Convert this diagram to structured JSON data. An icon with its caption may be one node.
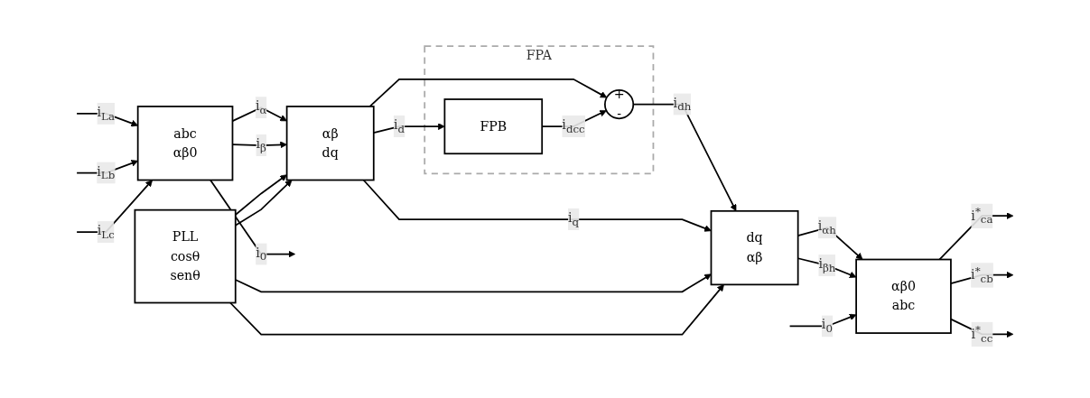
{
  "diagram": {
    "nodes": [
      {
        "text": [
          "abc",
          "αβ0"
        ]
      },
      {
        "text": [
          "αβ",
          "dq"
        ]
      },
      {
        "text": [
          "FPA"
        ]
      },
      {
        "text": [
          "FPB"
        ],
        "in": 2
      },
      {
        "text": [
          "+",
          "-"
        ],
        "in": 2
      },
      {
        "text": [
          "dq",
          "αβ"
        ]
      },
      {
        "text": [
          "αβ0",
          "abc"
        ]
      },
      {
        "text": [
          "PLL",
          "cosθ",
          "senθ"
        ]
      }
    ],
    "edges": [
      {
        "from": null,
        "to": 0,
        "arrow": "to",
        "label": "i$_{La}$"
      },
      {
        "from": null,
        "to": 0,
        "arrow": "to",
        "label": "i$_{Lb}$"
      },
      {
        "from": null,
        "to": 0,
        "arrow": "to",
        "label": "i$_{Lc}$"
      },
      {
        "from": 0,
        "to": 1,
        "arrow": "to",
        "label": "i$_{α}$"
      },
      {
        "from": 0,
        "to": 1,
        "arrow": "to",
        "label": "i$_{β}$"
      },
      {
        "from": 0,
        "to": null,
        "arrow": "to",
        "label": "i$_{0}$"
      },
      {
        "from": 1,
        "to": 3,
        "arrow": "to",
        "label": "i$_{d}$"
      },
      {
        "from": 1,
        "to": 4,
        "arrow": "to"
      },
      {
        "from": 3,
        "to": 4,
        "arrow": "to",
        "label": "i$_{dcc}$"
      },
      {
        "from": 4,
        "to": 5,
        "arrow": "to",
        "label": "i$_{dh}$"
      },
      {
        "from": 1,
        "to": 5,
        "arrow": "to",
        "label": "i$_{q}$"
      },
      {
        "from": 5,
        "to": 6,
        "arrow": "to",
        "label": "i$_{αh}$"
      },
      {
        "from": 5,
        "to": 6,
        "arrow": "to",
        "label": "i$_{βh}$"
      },
      {
        "from": 6,
        "to": null,
        "arrow": "to",
        "label": "i$^{*}$$_{ca}$"
      },
      {
        "from": 6,
        "to": null,
        "arrow": "to",
        "label": "i$^{*}$$_{cb}$"
      },
      {
        "from": 6,
        "to": null,
        "arrow": "to",
        "label": "i$^{*}$$_{cc}$"
      },
      {
        "from": null,
        "to": 6,
        "arrow": "to",
        "label": "i$_{0}$"
      },
      {
        "from": 7,
        "to": 1,
        "arrow": "to"
      },
      {
        "from": 7,
        "to": 1,
        "arrow": "to"
      },
      {
        "from": 7,
        "to": 5,
        "arrow": "to"
      },
      {
        "from": 7,
        "to": 5,
        "arrow": "to"
      }
    ]
  }
}
